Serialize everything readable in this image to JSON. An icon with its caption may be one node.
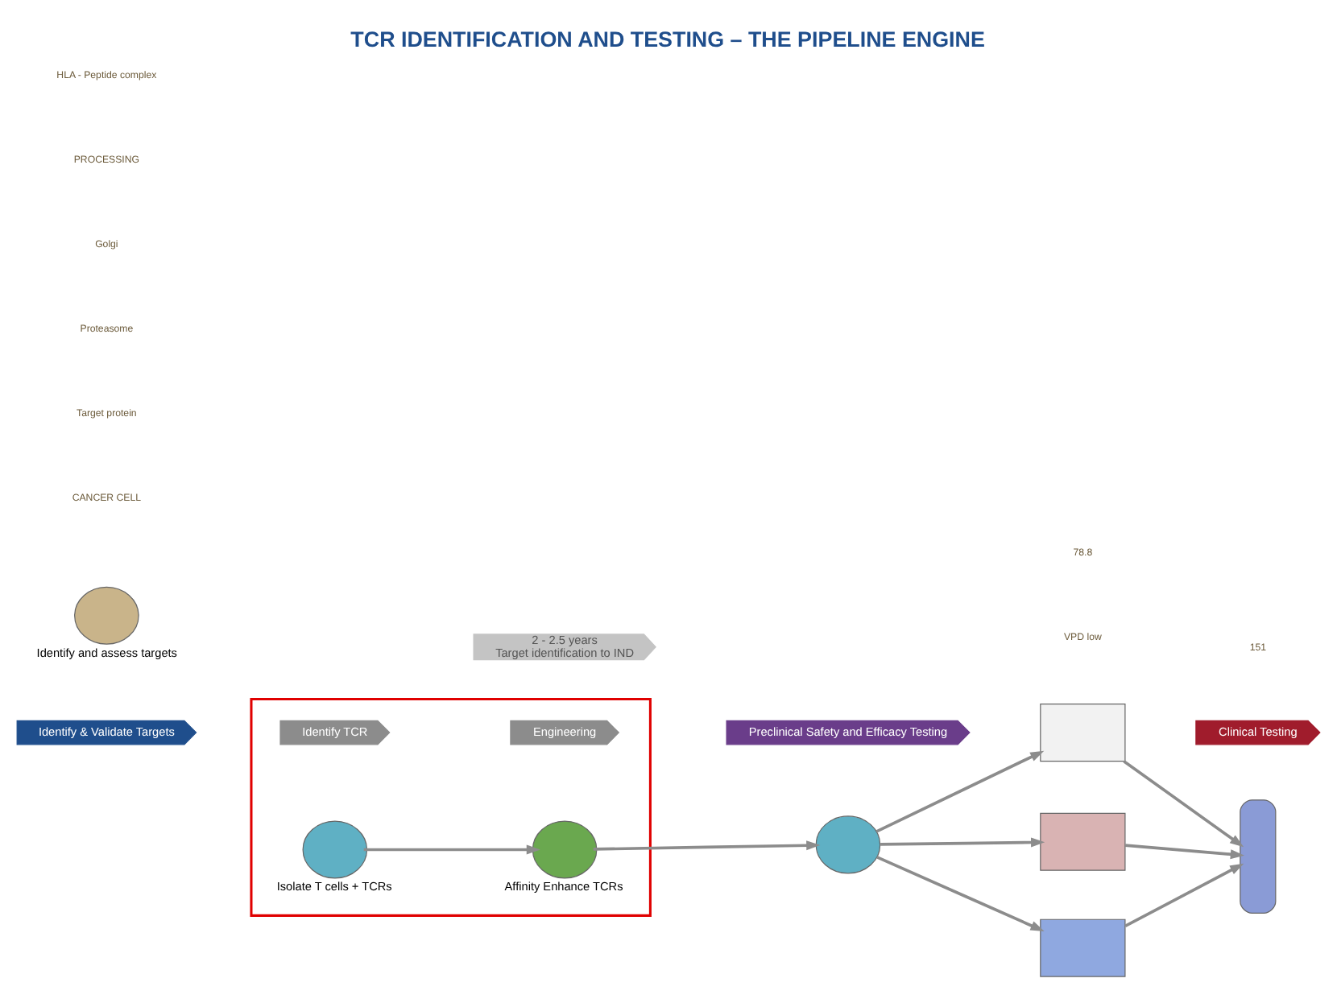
{
  "diagram": {
    "title": "TCR IDENTIFICATION AND TESTING – THE PIPELINE ENGINE",
    "nodes": [
      {
        "text": [
          "Identify & Validate Targets"
        ]
      },
      {
        "text": [],
        "shape": "box"
      },
      {
        "text": [
          "Identify TCR"
        ],
        "in": 1
      },
      {
        "text": [
          "Engineering"
        ],
        "in": 1
      },
      {
        "text": [
          "Preclinical Safety and Efficacy Testing"
        ]
      },
      {
        "text": [
          "Clinical Testing"
        ]
      },
      {
        "text": [],
        "shape": "circle",
        "beside": [
          "Identify and assess targets"
        ]
      },
      {
        "text": [],
        "shape": "circle",
        "in": 1,
        "beside": [
          "Isolate T cells + TCRs"
        ]
      },
      {
        "text": [],
        "shape": "circle",
        "in": 1,
        "beside": [
          "Affinity Enhance TCRs"
        ]
      },
      {
        "text": [],
        "shape": "circle"
      },
      {
        "text": [],
        "shape": "box"
      },
      {
        "text": [],
        "shape": "box"
      },
      {
        "text": [],
        "shape": "box"
      },
      {
        "text": [],
        "shape": "person"
      },
      {
        "text": [
          "2 - 2.5 years",
          "Target identification to IND"
        ]
      }
    ],
    "edges": [
      {
        "from": 7,
        "to": 8,
        "arrow": "to"
      },
      {
        "from": 8,
        "to": 9,
        "arrow": "to"
      },
      {
        "from": 9,
        "to": 10,
        "arrow": "to"
      },
      {
        "from": 9,
        "to": 11,
        "arrow": "to"
      },
      {
        "from": 9,
        "to": 12,
        "arrow": "to"
      },
      {
        "from": 10,
        "to": 13,
        "arrow": "to"
      },
      {
        "from": 11,
        "to": 13,
        "arrow": "to"
      },
      {
        "from": 12,
        "to": 13,
        "arrow": "to"
      }
    ],
    "labels": [
      "CANCER CELL",
      "Target protein",
      "Proteasome",
      "Golgi",
      "PROCESSING",
      "HLA - Peptide complex",
      "VPD low",
      "78.8",
      "151"
    ]
  }
}
